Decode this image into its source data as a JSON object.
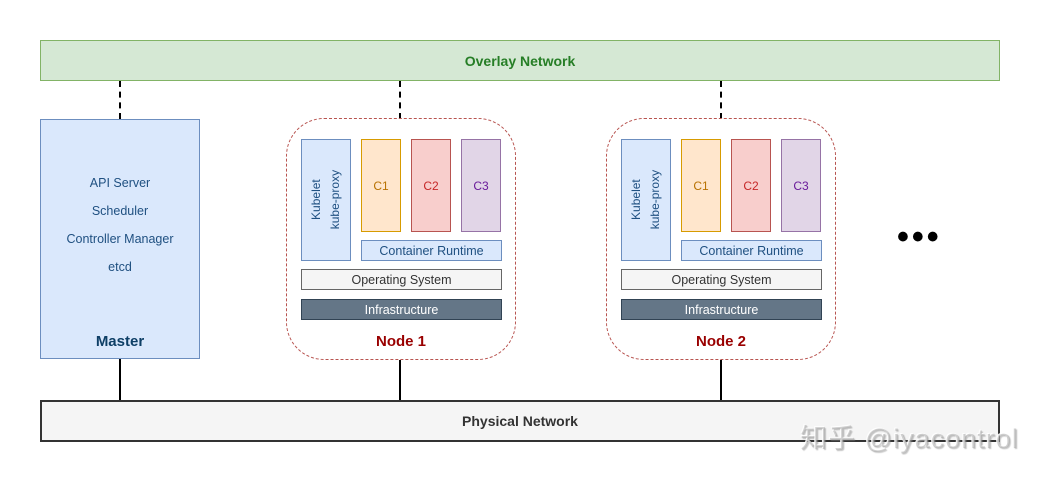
{
  "diagram": {
    "overlay_network": {
      "label": "Overlay Network"
    },
    "physical_network": {
      "label": "Physical Network"
    },
    "master": {
      "components": [
        "API Server",
        "Scheduler",
        "Controller Manager",
        "etcd"
      ],
      "label": "Master"
    },
    "nodes": [
      {
        "label": "Node 1",
        "kubelet_line1": "Kubelet",
        "kubelet_line2": "kube-proxy",
        "containers": [
          "C1",
          "C2",
          "C3"
        ],
        "container_runtime": "Container Runtime",
        "operating_system": "Operating System",
        "infrastructure": "Infrastructure"
      },
      {
        "label": "Node 2",
        "kubelet_line1": "Kubelet",
        "kubelet_line2": "kube-proxy",
        "containers": [
          "C1",
          "C2",
          "C3"
        ],
        "container_runtime": "Container Runtime",
        "operating_system": "Operating System",
        "infrastructure": "Infrastructure"
      }
    ],
    "more_nodes_indicator": "•••",
    "watermark": "知乎 @iyacontrol",
    "colors": {
      "overlay_fill": "#d5e8d4",
      "overlay_border": "#82b366",
      "overlay_text": "#267e26",
      "blue_fill": "#dae8fc",
      "blue_border": "#6c8ebf",
      "blue_text": "#1f5081",
      "master_label_text": "#0e3f66",
      "orange_fill": "#ffe6cc",
      "orange_border": "#d79b00",
      "orange_text": "#b97203",
      "red_fill": "#f8cecc",
      "red_border": "#b85450",
      "red_text": "#c62828",
      "purple_fill": "#e1d5e7",
      "purple_border": "#9673a6",
      "purple_text": "#6a1b9a",
      "os_fill": "#f5f5f5",
      "os_border": "#666666",
      "os_text": "#333333",
      "infra_fill": "#647687",
      "infra_border": "#314354",
      "infra_text": "#ffffff",
      "node_border": "#b85450",
      "node_label_text": "#990000",
      "physical_fill": "#f5f5f5",
      "physical_border": "#333333",
      "physical_text": "#333333",
      "connector": "#000000"
    }
  }
}
